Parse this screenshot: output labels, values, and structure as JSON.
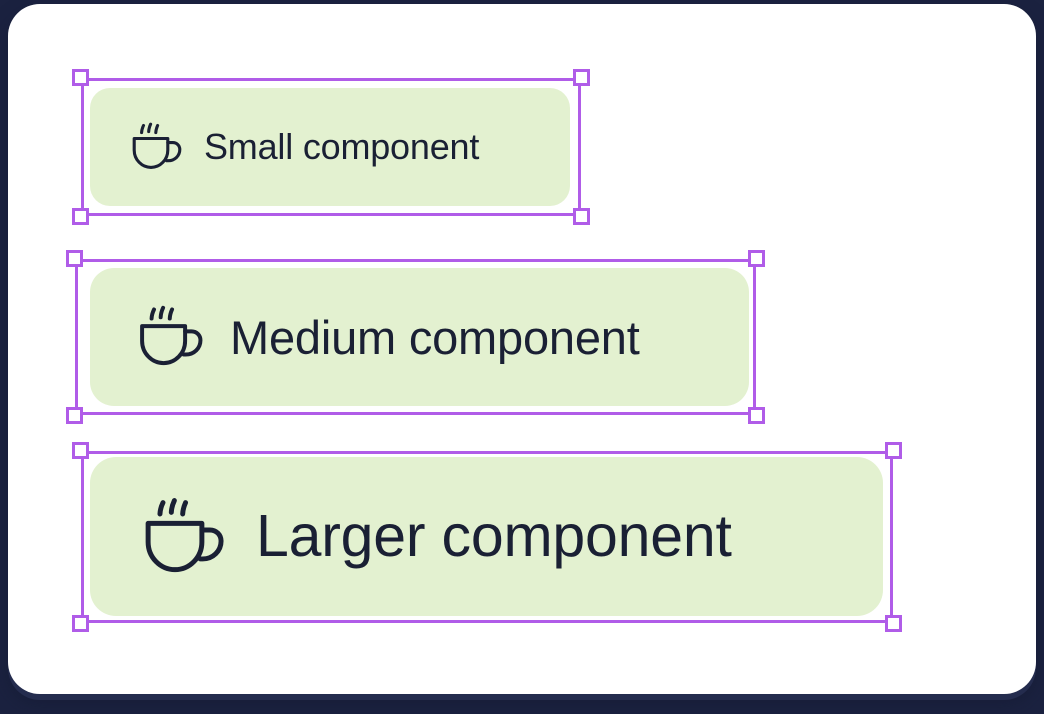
{
  "canvas": {
    "background_color": "#ffffff",
    "page_background_color": "#1b2240"
  },
  "theme": {
    "accent_selection": "#b05ce8",
    "component_fill": "#e3f1d0",
    "text_color": "#1a2034",
    "handle_fill": "#ffffff"
  },
  "components": [
    {
      "id": "small",
      "label": "Small component",
      "icon": "coffee-cup-icon",
      "size_name": "Small"
    },
    {
      "id": "medium",
      "label": "Medium component",
      "icon": "coffee-cup-icon",
      "size_name": "Medium"
    },
    {
      "id": "large",
      "label": "Larger component",
      "icon": "coffee-cup-icon",
      "size_name": "Larger"
    }
  ]
}
